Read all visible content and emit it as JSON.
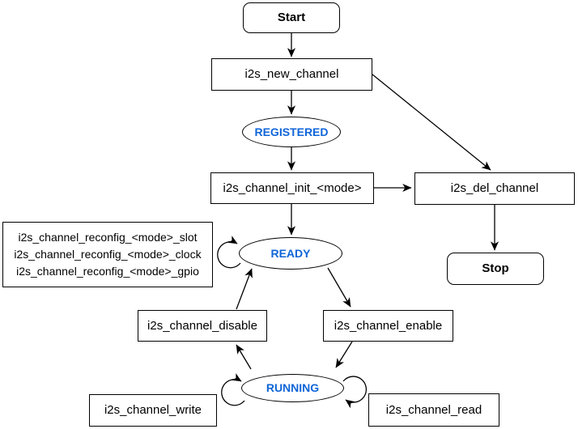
{
  "colors": {
    "state_text": "#1065d8",
    "stroke": "#000000",
    "background": "#ffffff"
  },
  "nodes": {
    "start": {
      "label": "Start"
    },
    "new_channel": {
      "label": "i2s_new_channel"
    },
    "registered": {
      "label": "REGISTERED"
    },
    "init": {
      "label": "i2s_channel_init_<mode>"
    },
    "del_channel": {
      "label": "i2s_del_channel"
    },
    "stop": {
      "label": "Stop"
    },
    "ready": {
      "label": "READY"
    },
    "reconfig": {
      "lines": [
        "i2s_channel_reconfig_<mode>_slot",
        "i2s_channel_reconfig_<mode>_clock",
        "i2s_channel_reconfig_<mode>_gpio"
      ]
    },
    "disable": {
      "label": "i2s_channel_disable"
    },
    "enable": {
      "label": "i2s_channel_enable"
    },
    "running": {
      "label": "RUNNING"
    },
    "write": {
      "label": "i2s_channel_write"
    },
    "read": {
      "label": "i2s_channel_read"
    }
  },
  "edges": [
    {
      "from": "Start",
      "to": "i2s_new_channel",
      "type": "arrow"
    },
    {
      "from": "i2s_new_channel",
      "to": "REGISTERED",
      "type": "arrow"
    },
    {
      "from": "i2s_new_channel",
      "to": "i2s_del_channel",
      "type": "arrow"
    },
    {
      "from": "REGISTERED",
      "to": "i2s_channel_init_<mode>",
      "type": "arrow"
    },
    {
      "from": "i2s_channel_init_<mode>",
      "to": "i2s_del_channel",
      "type": "arrow"
    },
    {
      "from": "i2s_del_channel",
      "to": "Stop",
      "type": "arrow"
    },
    {
      "from": "i2s_channel_init_<mode>",
      "to": "READY",
      "type": "arrow"
    },
    {
      "from": "READY",
      "to": "READY",
      "type": "self-loop-left"
    },
    {
      "from": "READY",
      "to": "i2s_channel_enable",
      "type": "arrow"
    },
    {
      "from": "i2s_channel_disable",
      "to": "READY",
      "type": "arrow"
    },
    {
      "from": "i2s_channel_enable",
      "to": "RUNNING",
      "type": "arrow"
    },
    {
      "from": "RUNNING",
      "to": "i2s_channel_disable",
      "type": "arrow"
    },
    {
      "from": "RUNNING",
      "to": "RUNNING",
      "type": "self-loop-left"
    },
    {
      "from": "RUNNING",
      "to": "RUNNING",
      "type": "self-loop-right"
    }
  ]
}
